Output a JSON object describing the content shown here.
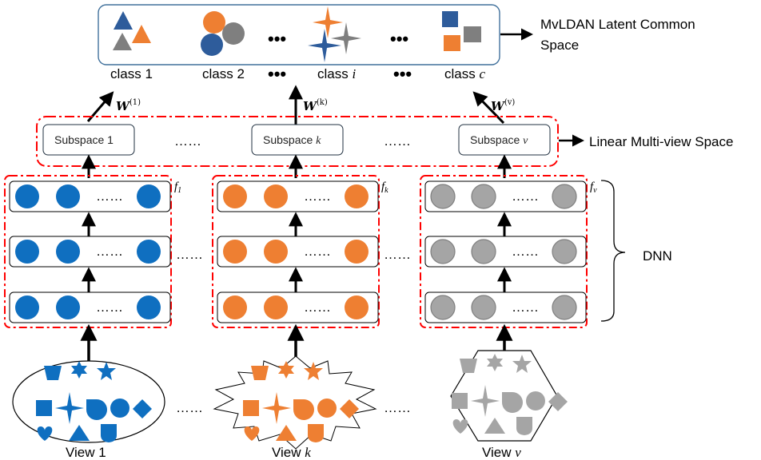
{
  "colors": {
    "blue": "#0f6fc0",
    "orange": "#ee7f32",
    "gray": "#a5a5a5",
    "dark_blue": "#2e5c9b",
    "dark_gray": "#7f7f7f",
    "red_dash": "#ff0000",
    "border": "#203040"
  },
  "latent_space": {
    "label_line1": "MvLDAN Latent Common",
    "label_line2": "Space",
    "class_labels": [
      "class 1",
      "class 2",
      "class ",
      "class "
    ],
    "class_vars": [
      "i",
      "c"
    ],
    "ellipsis": "•••"
  },
  "weights": {
    "symbol": "W",
    "sup": [
      "(1)",
      "(k)",
      "(v)"
    ]
  },
  "subspaces": {
    "label": "Subspace ",
    "items": [
      "1",
      "k",
      "v"
    ],
    "ellipsis": "……",
    "space_label": "Linear Multi-view Space"
  },
  "dnn": {
    "label": "DNN",
    "f_labels": [
      "f",
      "f",
      "f"
    ],
    "f_subs": [
      "1",
      "k",
      "v"
    ],
    "row_ellipsis": "……"
  },
  "views": {
    "prefix": "View ",
    "items": [
      "1",
      "k",
      "v"
    ],
    "ellipsis": "……"
  }
}
